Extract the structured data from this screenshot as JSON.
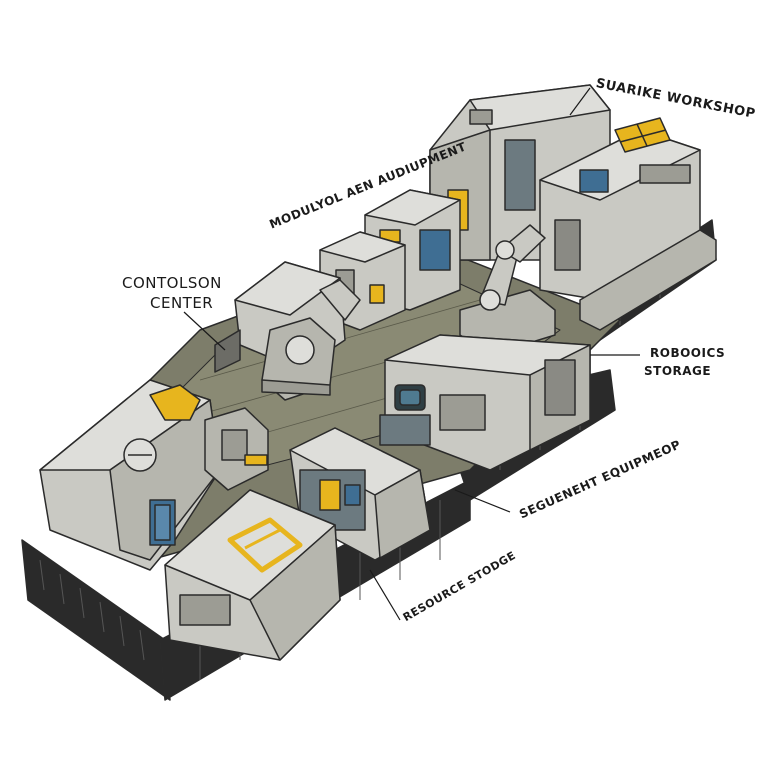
{
  "labels": {
    "salvage_workshop": "SUARIKE WORKSHOP",
    "modular_equipment": "MODULYOL AEN AUDIUPMENT",
    "control_center_line1": "CONTOLSON",
    "control_center_line2": "CENTER",
    "robotics_storage_line1": "ROBOOICS",
    "robotics_storage_line2": "STORAGE",
    "segment_equipment": "SEGUENEHT EQUIPMEOP",
    "resource_storage": "RESOURCE STODGE"
  },
  "colors": {
    "hull": "#c9c9c3",
    "hull_dark": "#9c9c94",
    "hull_light": "#dededa",
    "floor": "#7d7d6a",
    "tread": "#2a2a2a",
    "accent_yellow": "#e7b51e",
    "accent_blue": "#3f6e93",
    "outline": "#2b2b2b"
  },
  "icons": [
    "robot-arm-icon",
    "tread-icon",
    "hatch-icon",
    "crate-icon"
  ]
}
